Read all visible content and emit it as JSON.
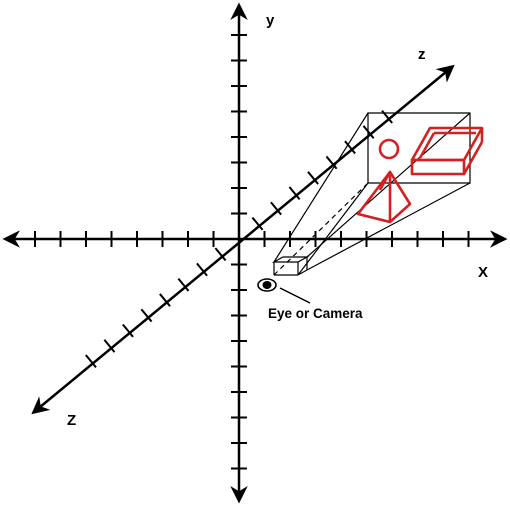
{
  "labels": {
    "y_axis": "y",
    "x_axis": "X",
    "z_axis_far": "z",
    "z_axis_near": "Z",
    "camera": "Eye or Camera"
  },
  "colors": {
    "axis": "#000000",
    "objects": "#d42020",
    "background": "#ffffff"
  },
  "objects": [
    "sphere-circle",
    "cube",
    "pyramid"
  ],
  "icons": [
    "eye-icon"
  ]
}
